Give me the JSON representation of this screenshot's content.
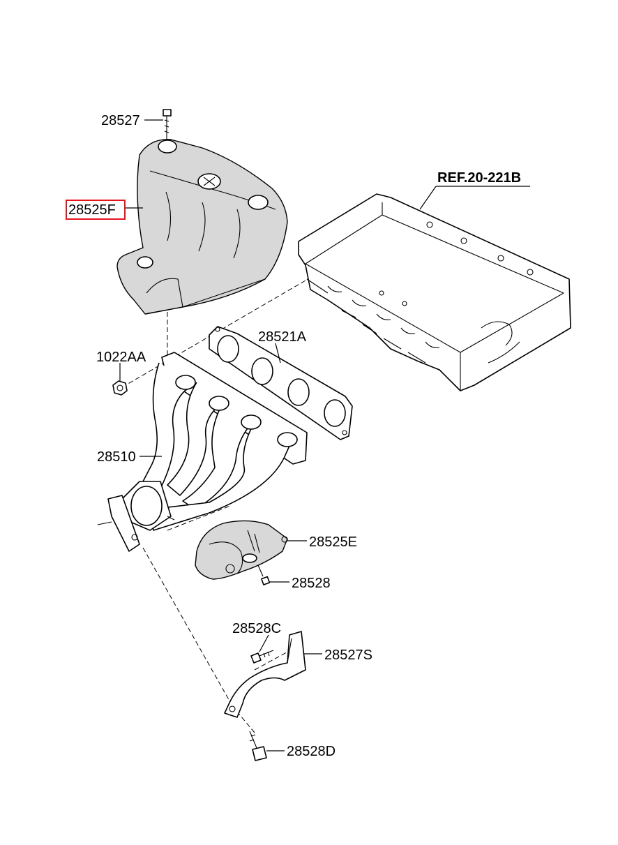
{
  "reference_label": "REF.20-221B",
  "highlight_color": "#e8141c",
  "selected_part": "28525F",
  "part_labels": {
    "bolt_top": "28527",
    "heat_shield_upper": "28525F",
    "gasket": "28521A",
    "nut": "1022AA",
    "manifold": "28510",
    "heat_shield_lower": "28525E",
    "bolt_lower_shield": "28528",
    "bracket_bolt": "28528C",
    "bracket": "28527S",
    "bracket_bottom_bolt": "28528D"
  }
}
